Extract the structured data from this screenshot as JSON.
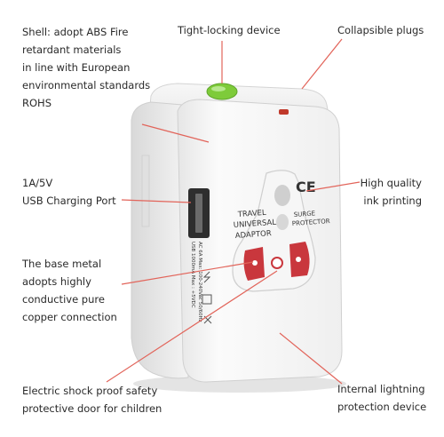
{
  "colors": {
    "leader_line": "#e2645a",
    "body": "#f2f2f2",
    "socket_red": "#c9373d",
    "button_green": "#7ecb3a",
    "led_red": "#c0392b"
  },
  "callouts": {
    "shell": "Shell: adopt ABS Fire\nretardant materials\nin line with European\nenvironmental standards\nROHS",
    "tight_locking": "Tight-locking device",
    "collapsible": "Collapsible plugs",
    "usb_port": "1A/5V\nUSB Charging Port",
    "ink_printing": "High quality\nink printing",
    "base_metal": "The base metal\nadopts highly\nconductive pure\ncopper connection",
    "safety_door": "Electric shock proof safety\nprotective door for children",
    "lightning": "Internal lightning\nprotection device"
  },
  "device": {
    "brand_line1": "TRAVEL",
    "brand_line2": "UNIVERSAL",
    "brand_line3": "ADAPTOR",
    "surge_line1": "SURGE",
    "surge_line2": "PROTECTOR",
    "ce_mark": "CE",
    "spec_line1": "AC 6A Max: 100-240Vac 50/60Hz",
    "spec_line2": "USB 1000mA Max : +5VDC"
  }
}
